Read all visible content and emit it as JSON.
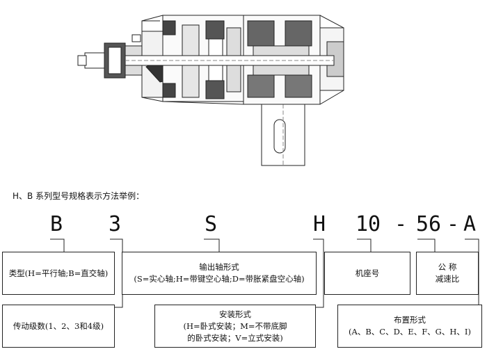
{
  "intro": "H、B 系列型号规格表示方法举例：",
  "code": {
    "c1": "B",
    "c2": "3",
    "c3": "S",
    "c4": "H",
    "c5": "10",
    "c6": "-",
    "c7": "56",
    "c8": "-",
    "c9": "A"
  },
  "boxes": {
    "type": "类型(H=平行轴;B=直交轴)",
    "stages": "传动级数(1、2、3和4级)",
    "shaft_title": "输出轴形式",
    "shaft_desc": "(S=实心轴;H=带键空心轴;D=带胀紧盘空心轴)",
    "mount_title": "安装形式",
    "mount_desc1": "(H=卧式安装；M=不带底脚",
    "mount_desc2": "的卧式安装；V=立式安装)",
    "frame": "机座号",
    "ratio1": "公  称",
    "ratio2": "减速比",
    "layout_title": "布置形式",
    "layout_desc": "(A、B、C、D、E、F、G、H、I)"
  }
}
